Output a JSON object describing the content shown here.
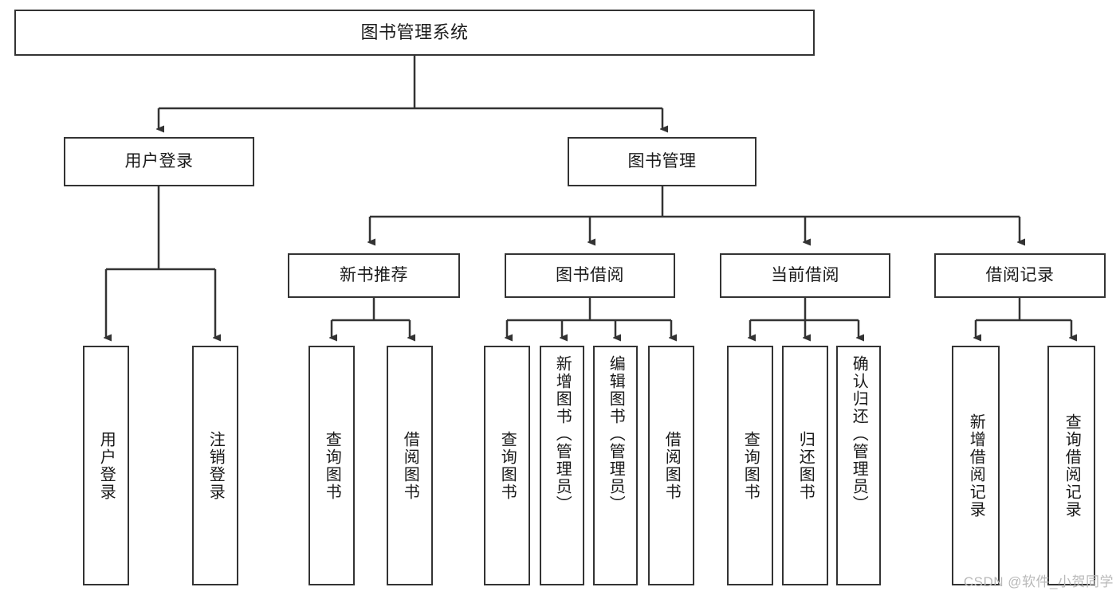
{
  "diagram": {
    "title": "图书管理系统",
    "type": "tree",
    "nodes": {
      "root": {
        "label": "图书管理系统"
      },
      "level2": [
        {
          "id": "user-login",
          "label": "用户登录"
        },
        {
          "id": "book-manage",
          "label": "图书管理"
        }
      ],
      "level3": [
        {
          "id": "new-book-rec",
          "label": "新书推荐"
        },
        {
          "id": "book-borrow",
          "label": "图书借阅"
        },
        {
          "id": "current-borrow",
          "label": "当前借阅"
        },
        {
          "id": "borrow-record",
          "label": "借阅记录"
        }
      ],
      "leaves": {
        "user-login": [
          {
            "id": "leaf-user-login",
            "label": "用户登录"
          },
          {
            "id": "leaf-logout",
            "label": "注销登录"
          }
        ],
        "new-book-rec": [
          {
            "id": "leaf-query-book-1",
            "label": "查询图书"
          },
          {
            "id": "leaf-borrow-book-1",
            "label": "借阅图书"
          }
        ],
        "book-borrow": [
          {
            "id": "leaf-query-book-2",
            "label": "查询图书"
          },
          {
            "id": "leaf-add-book",
            "label": "新增图书（管理员）"
          },
          {
            "id": "leaf-edit-book",
            "label": "编辑图书（管理员）"
          },
          {
            "id": "leaf-borrow-book-2",
            "label": "借阅图书"
          }
        ],
        "current-borrow": [
          {
            "id": "leaf-query-book-3",
            "label": "查询图书"
          },
          {
            "id": "leaf-return-book",
            "label": "归还图书"
          },
          {
            "id": "leaf-confirm-return",
            "label": "确认归还（管理员）"
          }
        ],
        "borrow-record": [
          {
            "id": "leaf-add-record",
            "label": "新增借阅记录"
          },
          {
            "id": "leaf-query-record",
            "label": "查询借阅记录"
          }
        ]
      }
    },
    "colors": {
      "border": "#333333",
      "fill": "#ffffff",
      "text": "#1a1a1a",
      "watermark": "#b9b9b9"
    }
  },
  "watermark": {
    "text": "CSDN @软件_小贺同学"
  }
}
